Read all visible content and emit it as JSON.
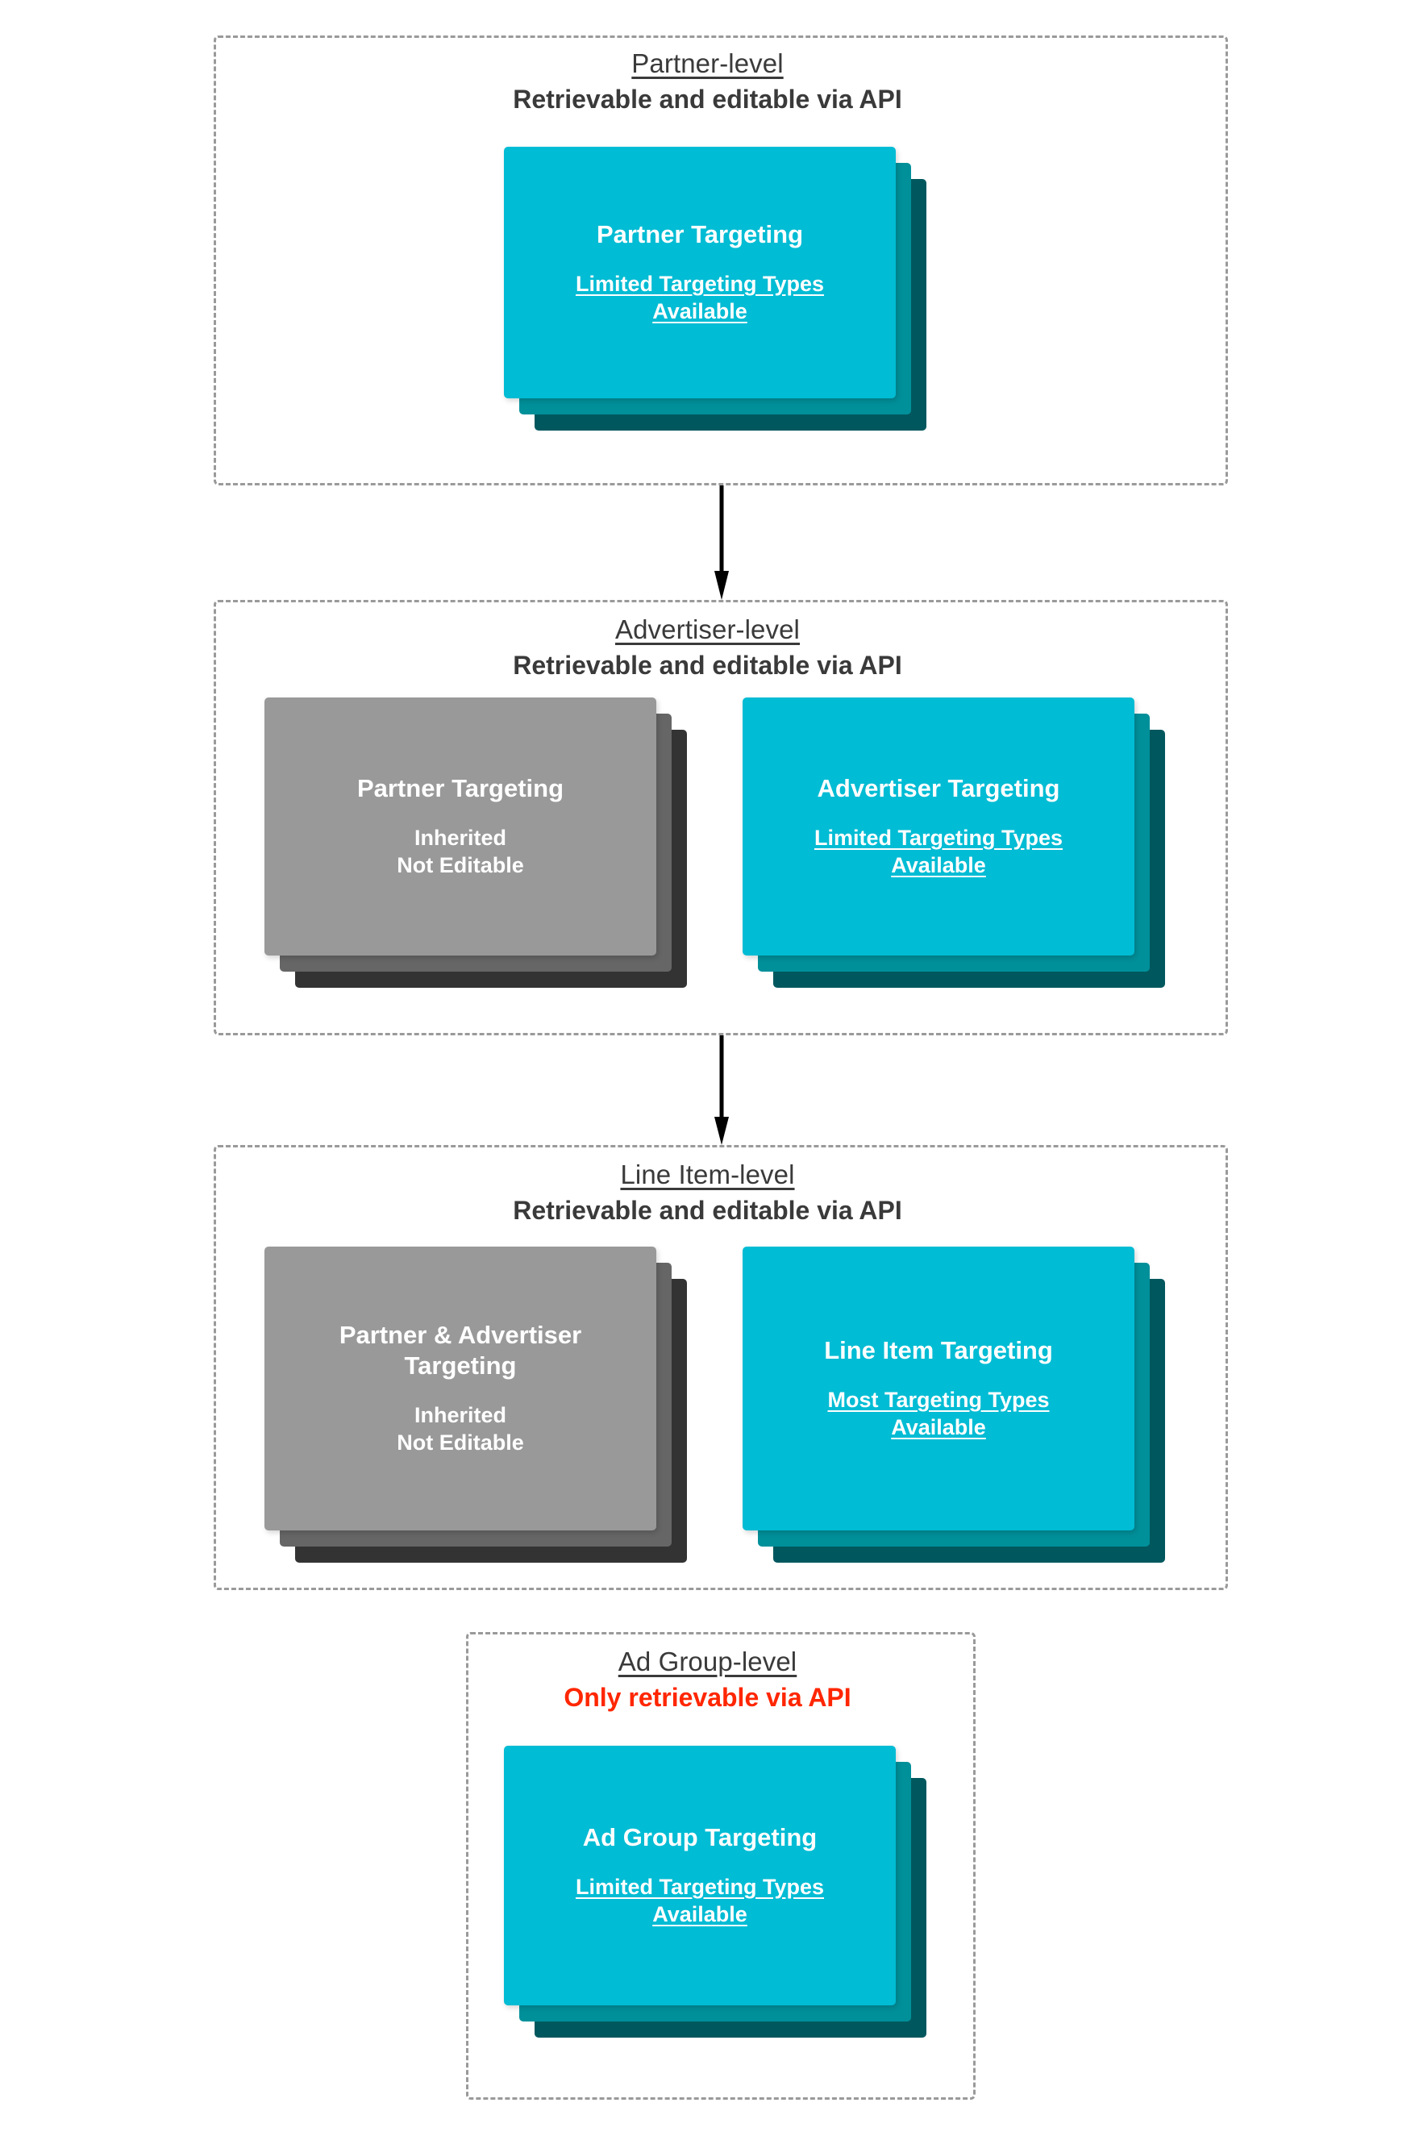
{
  "diagram": {
    "levels": [
      {
        "id": "partner",
        "title": "Partner-level",
        "subtitle": "Retrievable and editable via API",
        "subtitle_color": "#3a3a3a",
        "cards": [
          {
            "id": "partner-targeting",
            "title": "Partner Targeting",
            "note": "Limited Targeting Types\nAvailable",
            "note_underlined": true,
            "palette": "cyan",
            "colors": {
              "front": "#00bcd4",
              "mid": "#00909a",
              "back": "#00585e"
            }
          }
        ]
      },
      {
        "id": "advertiser",
        "title": "Advertiser-level",
        "subtitle": "Retrievable and editable via API",
        "subtitle_color": "#3a3a3a",
        "cards": [
          {
            "id": "inherited-partner-targeting",
            "title": "Partner Targeting",
            "note": "Inherited\nNot Editable",
            "note_underlined": false,
            "palette": "grey",
            "colors": {
              "front": "#999999",
              "mid": "#666666",
              "back": "#333333"
            }
          },
          {
            "id": "advertiser-targeting",
            "title": "Advertiser Targeting",
            "note": "Limited Targeting Types\nAvailable",
            "note_underlined": true,
            "palette": "cyan",
            "colors": {
              "front": "#00bcd4",
              "mid": "#00909a",
              "back": "#00585e"
            }
          }
        ]
      },
      {
        "id": "line-item",
        "title": "Line Item-level",
        "subtitle": "Retrievable and editable via API",
        "subtitle_color": "#3a3a3a",
        "cards": [
          {
            "id": "inherited-partner-advertiser-targeting",
            "title": "Partner & Advertiser Targeting",
            "note": "Inherited\nNot Editable",
            "note_underlined": false,
            "palette": "grey",
            "colors": {
              "front": "#999999",
              "mid": "#666666",
              "back": "#333333"
            }
          },
          {
            "id": "line-item-targeting",
            "title": "Line Item Targeting",
            "note": "Most Targeting Types\nAvailable",
            "note_underlined": true,
            "palette": "cyan",
            "colors": {
              "front": "#00bcd4",
              "mid": "#00909a",
              "back": "#00585e"
            }
          }
        ]
      },
      {
        "id": "ad-group",
        "title": "Ad Group-level",
        "subtitle": "Only retrievable via API",
        "subtitle_color": "#ff2600",
        "cards": [
          {
            "id": "ad-group-targeting",
            "title": "Ad Group Targeting",
            "note": "Limited Targeting Types\nAvailable",
            "note_underlined": true,
            "palette": "cyan",
            "colors": {
              "front": "#00bcd4",
              "mid": "#00909a",
              "back": "#00585e"
            }
          }
        ]
      }
    ],
    "connectors": [
      {
        "id": "partner-to-advertiser",
        "from": "partner",
        "to": "advertiser",
        "direction": "down",
        "color": "#000000"
      },
      {
        "id": "advertiser-to-line-item",
        "from": "advertiser",
        "to": "line-item",
        "direction": "down",
        "color": "#000000"
      }
    ],
    "border_color": "#9a9a9a",
    "background": "#ffffff"
  }
}
